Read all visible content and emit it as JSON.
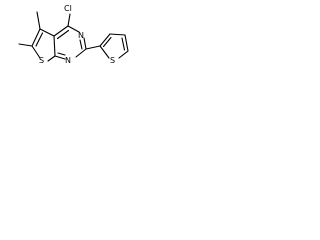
{
  "molecule": {
    "atoms": {
      "chlorine": "Cl",
      "pyrimidine_n_top": "N",
      "pyrimidine_n_bottom": "N",
      "thieno_s": "S",
      "thiophene_s": "S"
    }
  }
}
